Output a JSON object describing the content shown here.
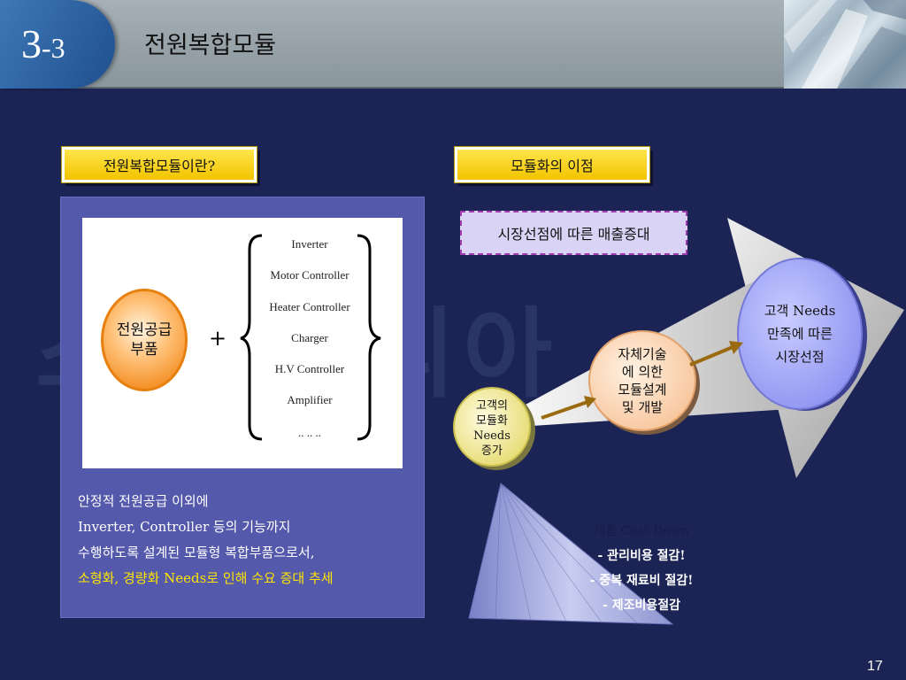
{
  "header": {
    "slide_number_main": "3",
    "slide_number_sub": "-3",
    "title": "전원복합모듈"
  },
  "watermark": "스       선코리아",
  "left": {
    "label": "전원복합모듈이란?",
    "circle_lines": [
      "전원공급",
      "부품"
    ],
    "plus": "+",
    "parts": [
      "Inverter",
      "Motor Controller",
      "Heater Controller",
      "Charger",
      "H.V Controller",
      "Amplifier",
      ".. .. .."
    ],
    "description": [
      "안정적 전원공급 이외에",
      "Inverter, Controller 등의 기능까지",
      "수행하도록 설계된 모듈형 복합부품으로서,",
      "소형화, 경량화 Needs로 인해 수요 증대 추세"
    ]
  },
  "right": {
    "label": "모듈화의 이점",
    "market_box": "시장선점에 따른 매출증대",
    "small_circle": [
      "고객의",
      "모듈화",
      "Needs",
      "증가"
    ],
    "mid_circle": [
      "자체기술",
      "에  의한",
      "모듈설계",
      "및 개발"
    ],
    "big_circle": [
      "고객 Needs",
      "만족에 따른",
      "시장선점"
    ],
    "cone_lines": [
      "제품 Cost Down",
      "- 관리비용 절감!",
      "- 중복 재료비 절감!",
      "- 제조비용절감"
    ]
  },
  "page_number": "17",
  "colors": {
    "background": "#1b2455",
    "label_yellow": "#ffd81c",
    "panel": "#5459ab",
    "highlight_text": "#ffe600",
    "arrow": "#9a6a10",
    "orange_circle": "#f28a1d"
  }
}
